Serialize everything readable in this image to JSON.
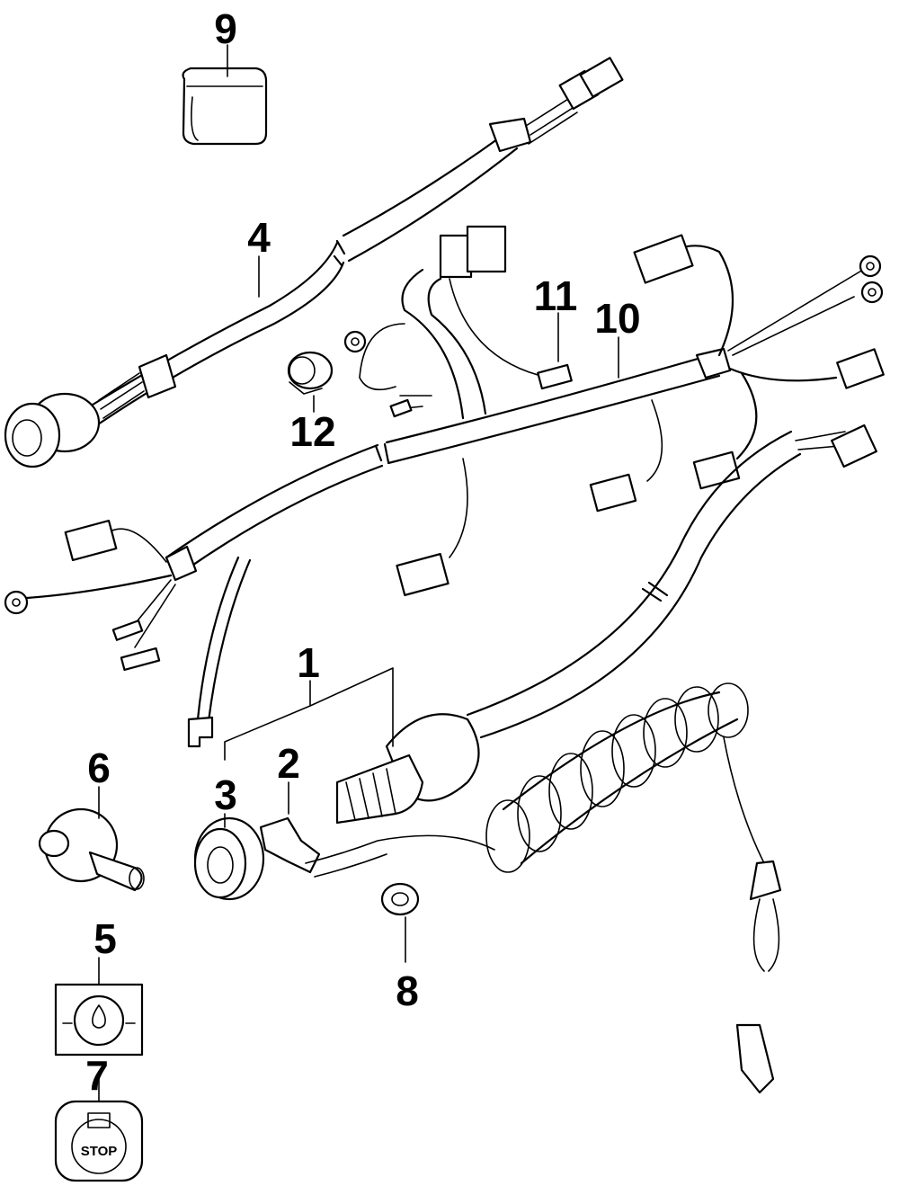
{
  "callouts": {
    "n1": "1",
    "n2": "2",
    "n3": "3",
    "n4": "4",
    "n5": "5",
    "n6": "6",
    "n7": "7",
    "n8": "8",
    "n9": "9",
    "n10": "10",
    "n11": "11",
    "n12": "12"
  },
  "stop_plate": {
    "text": "STOP"
  },
  "line_color": "#000000",
  "background": "#ffffff"
}
